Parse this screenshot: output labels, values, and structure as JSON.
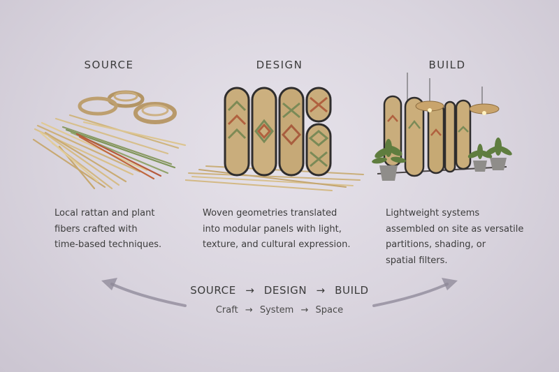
{
  "columns": [
    {
      "title": "SOURCE",
      "desc_lines": [
        "Local rattan and plant",
        "fibers crafted with",
        "time-based techniques."
      ]
    },
    {
      "title": "DESIGN",
      "desc_lines": [
        "Woven geometries translated",
        "into modular panels with light,",
        "texture, and cultural expression."
      ]
    },
    {
      "title": "BUILD",
      "desc_lines": [
        "Lightweight systems",
        "assembled on site as versatile",
        "partitions, shading, or",
        "spatial filters."
      ]
    }
  ],
  "flow": {
    "steps": [
      "SOURCE",
      "DESIGN",
      "BUILD"
    ],
    "arrow": "→"
  },
  "sub": {
    "steps": [
      "Craft",
      "System",
      "Space"
    ],
    "arrow": "→"
  },
  "colors": {
    "text": "#3b3b3b",
    "arc": "#8c8797",
    "rattan": "#c9ad7c",
    "frame": "#2f2d2d"
  }
}
